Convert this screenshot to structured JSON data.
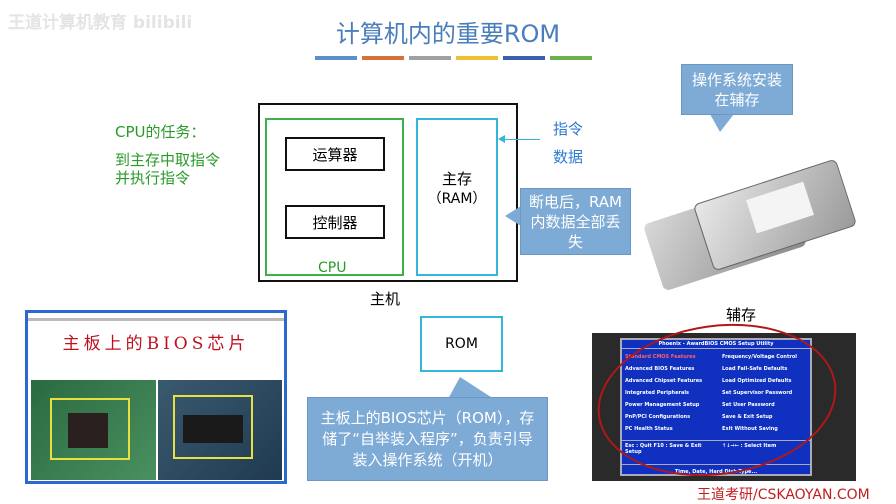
{
  "watermark_top": "王道计算机教育 bilibili",
  "title": "计算机内的重要ROM",
  "bar_colors": [
    "#5b8fc9",
    "#d8703a",
    "#a0a0a0",
    "#f0c030",
    "#3c5fb0",
    "#6ab04c"
  ],
  "cpu_task": {
    "heading": "CPU的任务：",
    "line1": "到主存中取指令",
    "line2": "并执行指令"
  },
  "host": {
    "label": "主机",
    "cpu_label": "CPU",
    "alu": "运算器",
    "control": "控制器",
    "ram_line1": "主存",
    "ram_line2": "（RAM）"
  },
  "ram_contents": {
    "instr": "指令",
    "data": "数据"
  },
  "callout_ram": "断电后，RAM内数据全部丢失",
  "callout_os": "操作系统安装在辅存",
  "aux_label": "辅存",
  "rom_label": "ROM",
  "callout_rom": "主板上的BIOS芯片（ROM），存储了“自举装入程序”，负责引导装入操作系统（开机）",
  "bios_photo": {
    "caption": "主板上的BIOS芯片"
  },
  "bios_screen": {
    "header": "Phoenix - AwardBIOS CMOS Setup Utility",
    "left": [
      "Standard CMOS Features",
      "Advanced BIOS Features",
      "Advanced Chipset Features",
      "Integrated Peripherals",
      "Power Management Setup",
      "PnP/PCI Configurations",
      "PC Health Status"
    ],
    "right": [
      "Frequency/Voltage Control",
      "Load Fail-Safe Defaults",
      "Load Optimized Defaults",
      "Set Supervisor Password",
      "Set User Password",
      "Save & Exit Setup",
      "Exit Without Saving"
    ],
    "footer_left": "Esc : Quit      F10 : Save & Exit Setup",
    "footer_right": "↑↓→← : Select Item",
    "bottom": "Time, Date, Hard Disk Type..."
  },
  "footer_brand": "王道考研/CSKAOYAN.COM"
}
